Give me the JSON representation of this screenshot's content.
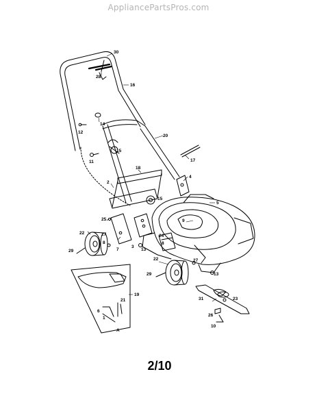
{
  "watermark": "AppliancePartsPros.com",
  "page_number": "2/10",
  "callouts": [
    {
      "id": "c30",
      "text": "30"
    },
    {
      "id": "c28",
      "text": "28"
    },
    {
      "id": "c16",
      "text": "16"
    },
    {
      "id": "c14",
      "text": "14"
    },
    {
      "id": "c12",
      "text": "12"
    },
    {
      "id": "c20",
      "text": "20"
    },
    {
      "id": "c15a",
      "text": "15"
    },
    {
      "id": "c11",
      "text": "11"
    },
    {
      "id": "c17",
      "text": "17"
    },
    {
      "id": "c18",
      "text": "18"
    },
    {
      "id": "c4",
      "text": "4"
    },
    {
      "id": "c2",
      "text": "2"
    },
    {
      "id": "c15b",
      "text": "15"
    },
    {
      "id": "c5",
      "text": "5"
    },
    {
      "id": "c9",
      "text": "9"
    },
    {
      "id": "c25",
      "text": "25"
    },
    {
      "id": "c24",
      "text": "24"
    },
    {
      "id": "c8a",
      "text": "8"
    },
    {
      "id": "c22a",
      "text": "22"
    },
    {
      "id": "c27a",
      "text": "27"
    },
    {
      "id": "c3",
      "text": "3"
    },
    {
      "id": "c8b",
      "text": "8"
    },
    {
      "id": "c7",
      "text": "7"
    },
    {
      "id": "c13a",
      "text": "13"
    },
    {
      "id": "c29a",
      "text": "29"
    },
    {
      "id": "c22b",
      "text": "22"
    },
    {
      "id": "c27b",
      "text": "27"
    },
    {
      "id": "c29b",
      "text": "29"
    },
    {
      "id": "c13b",
      "text": "13"
    },
    {
      "id": "c19",
      "text": "19"
    },
    {
      "id": "c21",
      "text": "21"
    },
    {
      "id": "c6",
      "text": "6"
    },
    {
      "id": "c1",
      "text": "1"
    },
    {
      "id": "cA",
      "text": "A"
    },
    {
      "id": "c23",
      "text": "23"
    },
    {
      "id": "c31",
      "text": "31"
    },
    {
      "id": "c26",
      "text": "26"
    },
    {
      "id": "c10",
      "text": "10"
    }
  ]
}
